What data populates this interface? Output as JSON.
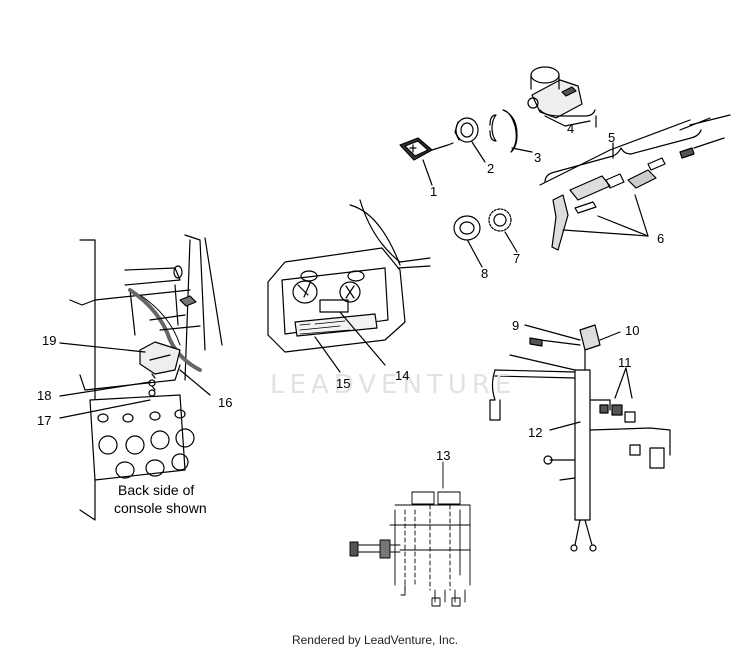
{
  "watermark": "LEADVENTURE",
  "caption_line1": "Back side of",
  "caption_line2": "console shown",
  "footer": "Rendered by LeadVenture, Inc.",
  "callouts": [
    "1",
    "2",
    "3",
    "4",
    "5",
    "6",
    "7",
    "8",
    "9",
    "10",
    "11",
    "12",
    "13",
    "14",
    "15",
    "16",
    "17",
    "18",
    "19"
  ]
}
